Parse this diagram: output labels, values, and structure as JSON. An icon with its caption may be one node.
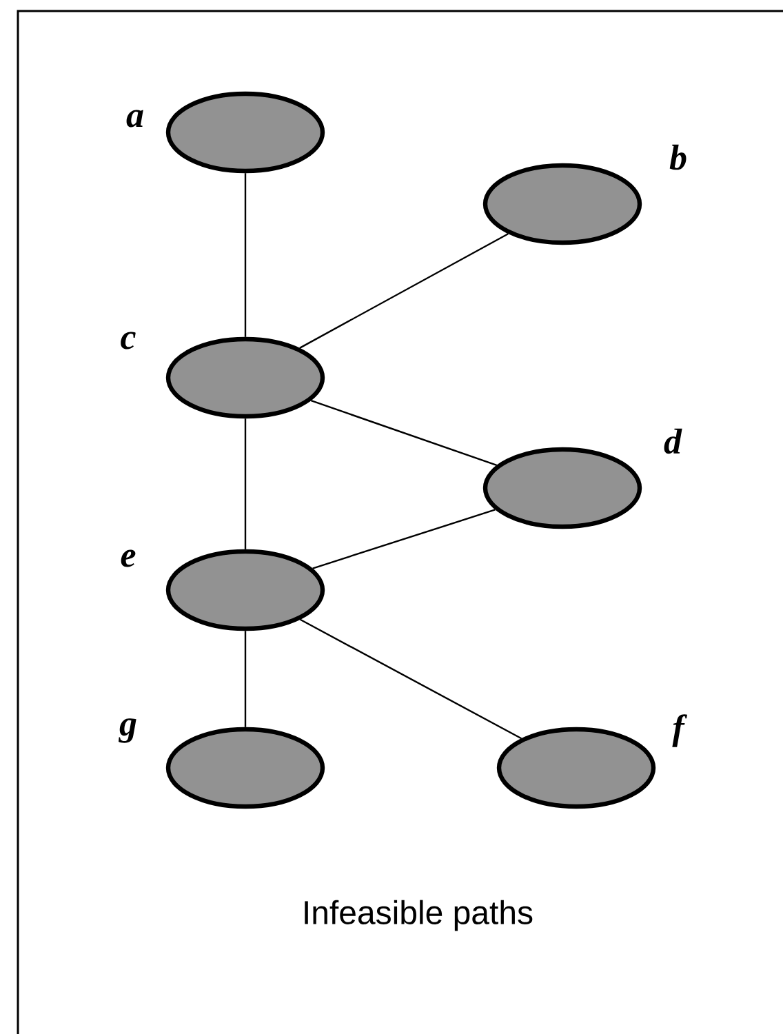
{
  "diagram": {
    "caption": "Infeasible paths",
    "nodes": [
      {
        "text": [
          "a"
        ]
      },
      {
        "text": [
          "b"
        ]
      },
      {
        "text": [
          "c"
        ]
      },
      {
        "text": [
          "d"
        ]
      },
      {
        "text": [
          "e"
        ]
      },
      {
        "text": [
          "f"
        ]
      },
      {
        "text": [
          "g"
        ]
      }
    ],
    "edges": [
      {
        "from": 0,
        "to": 2,
        "arrow": "none"
      },
      {
        "from": 1,
        "to": 2,
        "arrow": "none"
      },
      {
        "from": 2,
        "to": 3,
        "arrow": "none"
      },
      {
        "from": 2,
        "to": 4,
        "arrow": "none"
      },
      {
        "from": 3,
        "to": 4,
        "arrow": "none"
      },
      {
        "from": 4,
        "to": 5,
        "arrow": "none"
      },
      {
        "from": 4,
        "to": 6,
        "arrow": "none"
      }
    ]
  }
}
